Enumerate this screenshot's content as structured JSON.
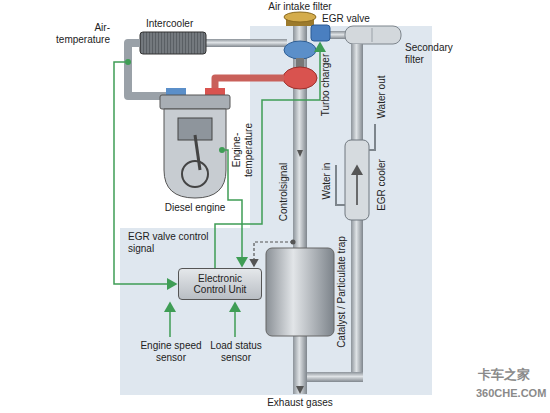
{
  "diagram": {
    "nodes": [
      {
        "text": [
          "Electronic Control Unit"
        ]
      }
    ],
    "labels": [
      "Air intake filter",
      "EGR valve",
      "Air-temperature",
      "Intercooler",
      "Secondary filter",
      "Turbo charger",
      "Water out",
      "Engine-temperature",
      "Water in",
      "EGR cooler",
      "Diesel engine",
      "Controlsignal",
      "EGR valve control signal",
      "Catalyst / Particulate trap",
      "Engine speed sensor",
      "Load status sensor",
      "Exhaust gases",
      "卡车之家",
      "360CHE.COM"
    ]
  }
}
